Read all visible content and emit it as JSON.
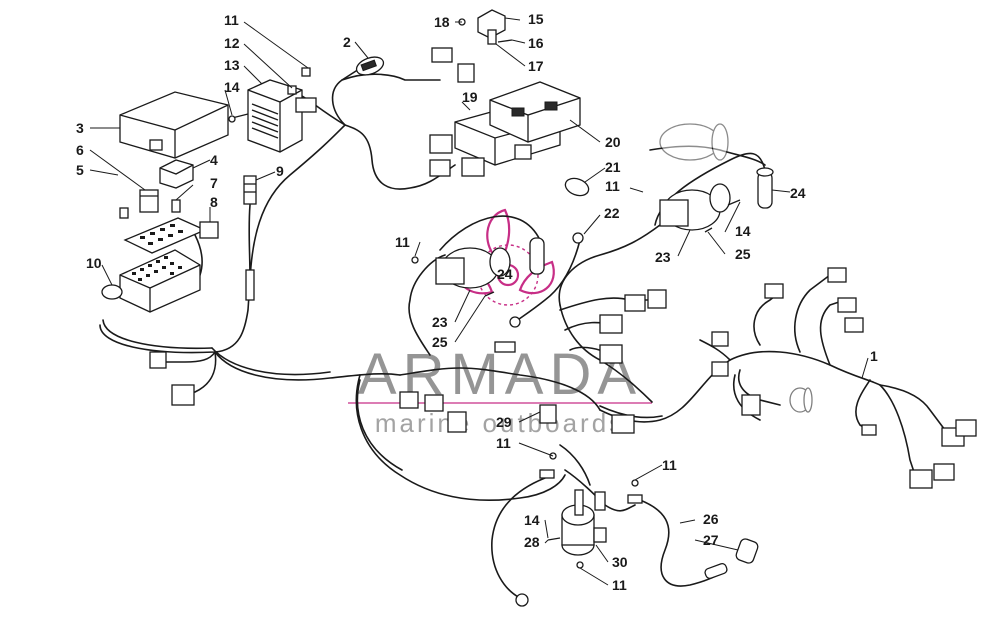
{
  "callouts": [
    {
      "id": "c1",
      "label": "1"
    },
    {
      "id": "c2",
      "label": "2"
    },
    {
      "id": "c3",
      "label": "3"
    },
    {
      "id": "c4",
      "label": "4"
    },
    {
      "id": "c5",
      "label": "5"
    },
    {
      "id": "c6",
      "label": "6"
    },
    {
      "id": "c7",
      "label": "7"
    },
    {
      "id": "c8",
      "label": "8"
    },
    {
      "id": "c9",
      "label": "9"
    },
    {
      "id": "c10",
      "label": "10"
    },
    {
      "id": "c11a",
      "label": "11"
    },
    {
      "id": "c11b",
      "label": "11"
    },
    {
      "id": "c11c",
      "label": "11"
    },
    {
      "id": "c11d",
      "label": "11"
    },
    {
      "id": "c11e",
      "label": "11"
    },
    {
      "id": "c11f",
      "label": "11"
    },
    {
      "id": "c12",
      "label": "12"
    },
    {
      "id": "c13",
      "label": "13"
    },
    {
      "id": "c14a",
      "label": "14"
    },
    {
      "id": "c14b",
      "label": "14"
    },
    {
      "id": "c14c",
      "label": "14"
    },
    {
      "id": "c15",
      "label": "15"
    },
    {
      "id": "c16",
      "label": "16"
    },
    {
      "id": "c17",
      "label": "17"
    },
    {
      "id": "c18",
      "label": "18"
    },
    {
      "id": "c19",
      "label": "19"
    },
    {
      "id": "c20",
      "label": "20"
    },
    {
      "id": "c21",
      "label": "21"
    },
    {
      "id": "c22",
      "label": "22"
    },
    {
      "id": "c23a",
      "label": "23"
    },
    {
      "id": "c23b",
      "label": "23"
    },
    {
      "id": "c24a",
      "label": "24"
    },
    {
      "id": "c24b",
      "label": "24"
    },
    {
      "id": "c25a",
      "label": "25"
    },
    {
      "id": "c25b",
      "label": "25"
    },
    {
      "id": "c26",
      "label": "26"
    },
    {
      "id": "c27",
      "label": "27"
    },
    {
      "id": "c28",
      "label": "28"
    },
    {
      "id": "c29",
      "label": "29"
    },
    {
      "id": "c30",
      "label": "30"
    }
  ],
  "watermark": {
    "brand": "ARMADA",
    "tagline": "marine outboards",
    "accent_color": "#c2187a",
    "text_color": "#8a8a8a",
    "logo_icon": "propeller-logo-icon"
  }
}
